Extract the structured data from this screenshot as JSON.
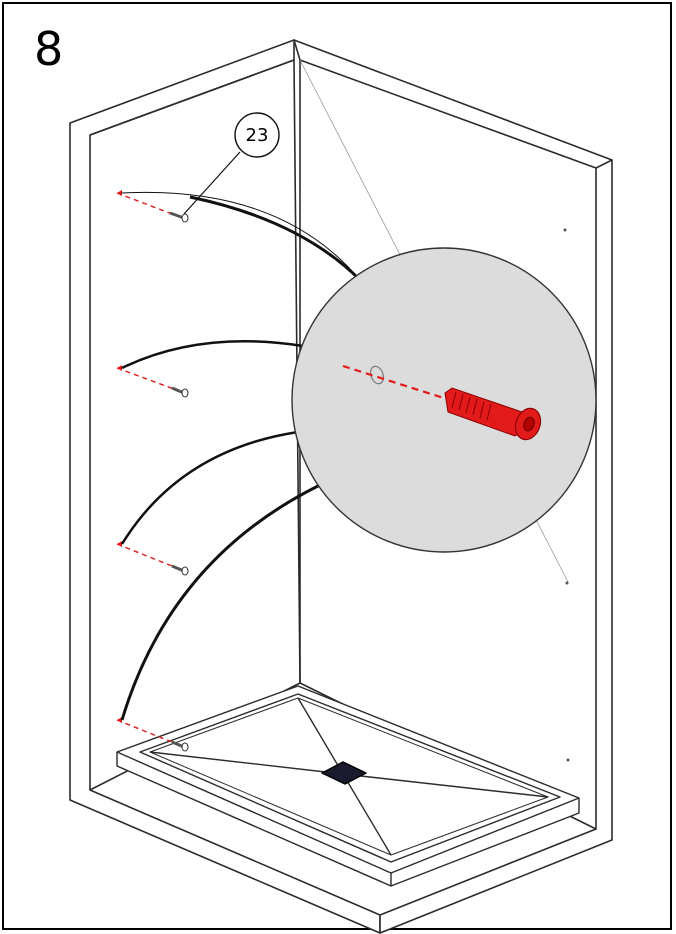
{
  "step": {
    "number": "8"
  },
  "callout": {
    "part_number": "23"
  },
  "colors": {
    "line": "#2b2b2b",
    "accent_red": "#e31a1a",
    "detail_fill": "#dcdcdc",
    "drain": "#1a1a2e"
  },
  "screw_count": 4,
  "icons": [
    "wall-plug-icon",
    "screw-icon",
    "drill-hole-icon"
  ]
}
